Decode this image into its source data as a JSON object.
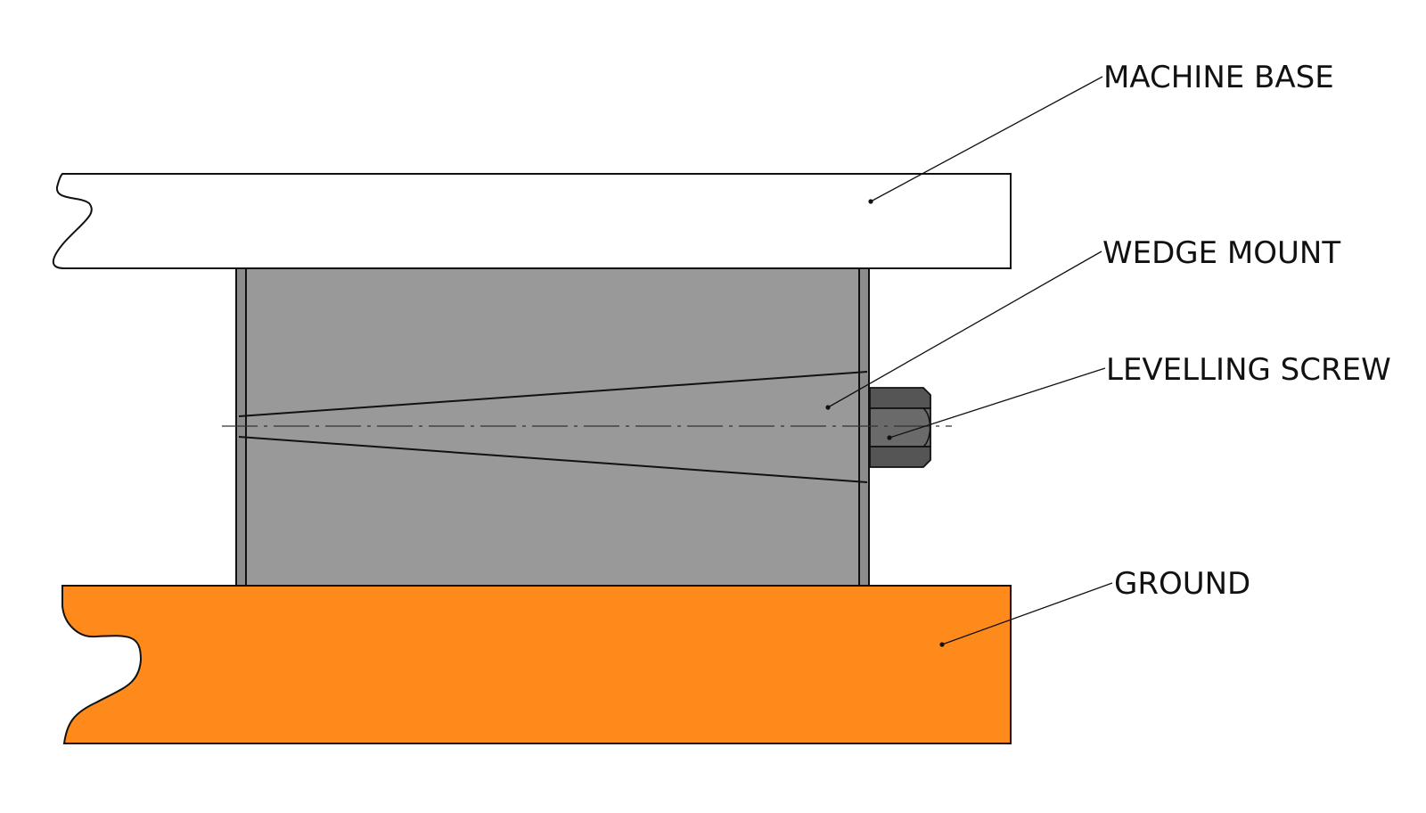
{
  "labels": {
    "machine_base": "MACHINE BASE",
    "wedge_mount": "WEDGE MOUNT",
    "levelling_screw": "LEVELLING SCREW",
    "ground": "GROUND"
  },
  "colors": {
    "machine_base_fill": "#ffffff",
    "wedge_mount_fill": "#999999",
    "mount_side_plate_fill": "#8c8c8c",
    "levelling_screw_fill": "#555555",
    "ground_fill": "#ff8a1c",
    "line": "#111111"
  }
}
